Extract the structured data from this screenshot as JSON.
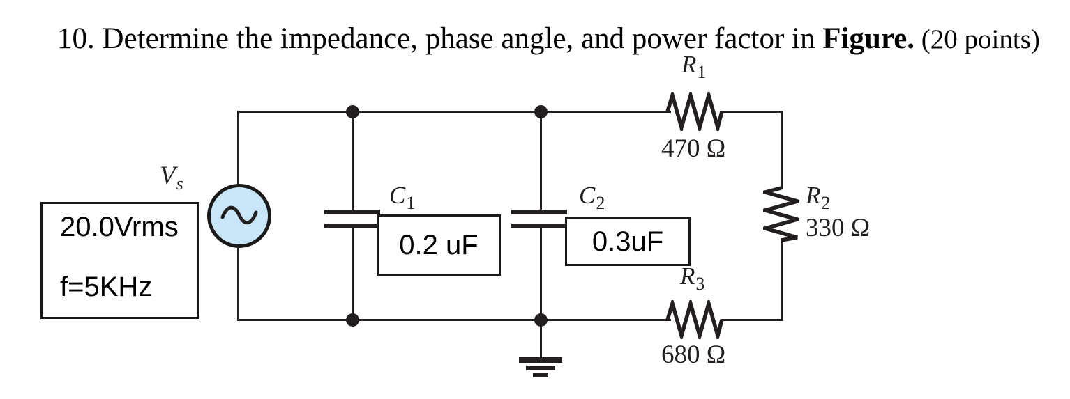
{
  "title": {
    "prefix": "10. Determine the impedance, phase angle, and power factor in ",
    "figure": "Figure.",
    "suffix": " (20 points)"
  },
  "source": {
    "label_symbol": "V",
    "label_sub": "s",
    "voltage": "20.0Vrms",
    "frequency": "f=5KHz"
  },
  "components": {
    "c1": {
      "symbol": "C",
      "sub": "1",
      "value": "0.2 uF"
    },
    "c2": {
      "symbol": "C",
      "sub": "2",
      "value": "0.3uF"
    },
    "r1": {
      "symbol": "R",
      "sub": "1",
      "value": "470 Ω"
    },
    "r2": {
      "symbol": "R",
      "sub": "2",
      "value": "330 Ω"
    },
    "r3": {
      "symbol": "R",
      "sub": "3",
      "value": "680 Ω"
    }
  },
  "icons": {
    "ac_source": "sine-wave",
    "ground": "earth-ground-triple-bar",
    "junction": "filled-dot",
    "resistor": "zigzag",
    "capacitor": "parallel-plates"
  },
  "colors": {
    "wire": "#231f20",
    "source_fill": "#c9e6f8",
    "source_border": "#1a1a1a",
    "text": "#000000"
  }
}
